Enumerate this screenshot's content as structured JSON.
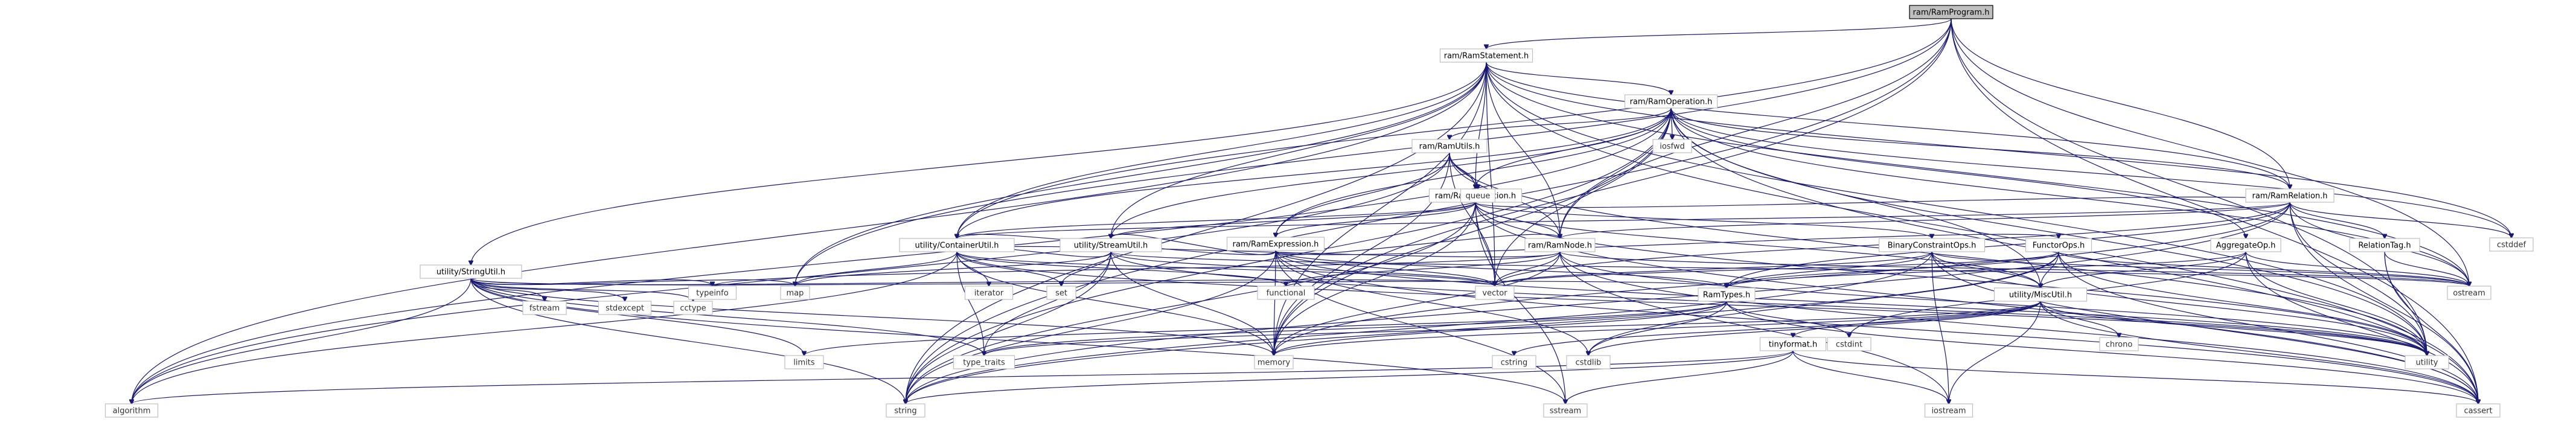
{
  "diagram": {
    "root": "ram/RamProgram.h",
    "nodes": [
      {
        "id": "prog",
        "label": "ram/RamProgram.h",
        "root": true
      },
      {
        "id": "stmt",
        "label": "ram/RamStatement.h"
      },
      {
        "id": "op",
        "label": "ram/RamOperation.h"
      },
      {
        "id": "utils",
        "label": "ram/RamUtils.h"
      },
      {
        "id": "cond",
        "label": "ram/RamCondition.h"
      },
      {
        "id": "expr",
        "label": "ram/RamExpression.h"
      },
      {
        "id": "rel",
        "label": "ram/RamRelation.h"
      },
      {
        "id": "node",
        "label": "ram/RamNode.h"
      },
      {
        "id": "cont",
        "label": "utility/ContainerUtil.h"
      },
      {
        "id": "stream",
        "label": "utility/StreamUtil.h"
      },
      {
        "id": "strutil",
        "label": "utility/StringUtil.h"
      },
      {
        "id": "bco",
        "label": "BinaryConstraintOps.h"
      },
      {
        "id": "fop",
        "label": "FunctorOps.h"
      },
      {
        "id": "agg",
        "label": "AggregateOp.h"
      },
      {
        "id": "reltag",
        "label": "RelationTag.h"
      },
      {
        "id": "types",
        "label": "RamTypes.h"
      },
      {
        "id": "misc",
        "label": "utility/MiscUtil.h"
      },
      {
        "id": "tinyf",
        "label": "tinyformat.h"
      },
      {
        "id": "iosfwd",
        "label": "iosfwd",
        "sys": true
      },
      {
        "id": "queue",
        "label": "queue",
        "sys": true
      },
      {
        "id": "cstddef",
        "label": "cstddef",
        "sys": true
      },
      {
        "id": "typeinfo",
        "label": "typeinfo",
        "sys": true
      },
      {
        "id": "map",
        "label": "map",
        "sys": true
      },
      {
        "id": "iterator",
        "label": "iterator",
        "sys": true
      },
      {
        "id": "set",
        "label": "set",
        "sys": true
      },
      {
        "id": "functional",
        "label": "functional",
        "sys": true
      },
      {
        "id": "vector",
        "label": "vector",
        "sys": true
      },
      {
        "id": "ostream",
        "label": "ostream",
        "sys": true
      },
      {
        "id": "fstream",
        "label": "fstream",
        "sys": true
      },
      {
        "id": "stdexcept",
        "label": "stdexcept",
        "sys": true
      },
      {
        "id": "cctype",
        "label": "cctype",
        "sys": true
      },
      {
        "id": "limits",
        "label": "limits",
        "sys": true
      },
      {
        "id": "type_traits",
        "label": "type_traits",
        "sys": true
      },
      {
        "id": "memory",
        "label": "memory",
        "sys": true
      },
      {
        "id": "cstdlib",
        "label": "cstdlib",
        "sys": true
      },
      {
        "id": "cstdint",
        "label": "cstdint",
        "sys": true
      },
      {
        "id": "utility",
        "label": "utility",
        "sys": true
      },
      {
        "id": "chrono",
        "label": "chrono",
        "sys": true
      },
      {
        "id": "cstring",
        "label": "cstring",
        "sys": true
      },
      {
        "id": "algorithm",
        "label": "algorithm",
        "sys": true
      },
      {
        "id": "string",
        "label": "string",
        "sys": true
      },
      {
        "id": "sstream",
        "label": "sstream",
        "sys": true
      },
      {
        "id": "iostream",
        "label": "iostream",
        "sys": true
      },
      {
        "id": "cassert",
        "label": "cassert",
        "sys": true
      }
    ],
    "edges": [
      [
        "prog",
        "stmt"
      ],
      [
        "prog",
        "rel"
      ],
      [
        "prog",
        "node"
      ],
      [
        "prog",
        "cont"
      ],
      [
        "prog",
        "map"
      ],
      [
        "prog",
        "memory"
      ],
      [
        "prog",
        "ostream"
      ],
      [
        "prog",
        "utility"
      ],
      [
        "prog",
        "string"
      ],
      [
        "prog",
        "cassert"
      ],
      [
        "stmt",
        "op"
      ],
      [
        "stmt",
        "cond"
      ],
      [
        "stmt",
        "rel"
      ],
      [
        "stmt",
        "node"
      ],
      [
        "stmt",
        "cont"
      ],
      [
        "stmt",
        "stream"
      ],
      [
        "stmt",
        "strutil"
      ],
      [
        "stmt",
        "algorithm"
      ],
      [
        "stmt",
        "cstddef"
      ],
      [
        "stmt",
        "map"
      ],
      [
        "stmt",
        "memory"
      ],
      [
        "stmt",
        "ostream"
      ],
      [
        "stmt",
        "string"
      ],
      [
        "stmt",
        "utility"
      ],
      [
        "stmt",
        "vector"
      ],
      [
        "stmt",
        "cassert"
      ],
      [
        "op",
        "utils"
      ],
      [
        "op",
        "cond"
      ],
      [
        "op",
        "expr"
      ],
      [
        "op",
        "node"
      ],
      [
        "op",
        "rel"
      ],
      [
        "op",
        "agg"
      ],
      [
        "op",
        "cont"
      ],
      [
        "op",
        "stream"
      ],
      [
        "op",
        "misc"
      ],
      [
        "op",
        "iosfwd"
      ],
      [
        "op",
        "cstddef"
      ],
      [
        "op",
        "vector"
      ],
      [
        "op",
        "memory"
      ],
      [
        "op",
        "ostream"
      ],
      [
        "op",
        "utility"
      ],
      [
        "op",
        "string"
      ],
      [
        "op",
        "algorithm"
      ],
      [
        "op",
        "cassert"
      ],
      [
        "utils",
        "cond"
      ],
      [
        "utils",
        "expr"
      ],
      [
        "utils",
        "node"
      ],
      [
        "utils",
        "queue"
      ],
      [
        "utils",
        "vector"
      ],
      [
        "utils",
        "memory"
      ],
      [
        "utils",
        "utility"
      ],
      [
        "utils",
        "algorithm"
      ],
      [
        "cond",
        "expr"
      ],
      [
        "cond",
        "node"
      ],
      [
        "cond",
        "rel"
      ],
      [
        "cond",
        "bco"
      ],
      [
        "cond",
        "cont"
      ],
      [
        "cond",
        "stream"
      ],
      [
        "cond",
        "misc"
      ],
      [
        "cond",
        "vector"
      ],
      [
        "cond",
        "memory"
      ],
      [
        "cond",
        "utility"
      ],
      [
        "cond",
        "string"
      ],
      [
        "cond",
        "cassert"
      ],
      [
        "cond",
        "sstream"
      ],
      [
        "expr",
        "node"
      ],
      [
        "expr",
        "fop"
      ],
      [
        "expr",
        "types"
      ],
      [
        "expr",
        "cont"
      ],
      [
        "expr",
        "stream"
      ],
      [
        "expr",
        "vector"
      ],
      [
        "expr",
        "memory"
      ],
      [
        "expr",
        "utility"
      ],
      [
        "expr",
        "string"
      ],
      [
        "expr",
        "cassert"
      ],
      [
        "expr",
        "cstdlib"
      ],
      [
        "expr",
        "sstream"
      ],
      [
        "rel",
        "node"
      ],
      [
        "rel",
        "reltag"
      ],
      [
        "rel",
        "types"
      ],
      [
        "rel",
        "cont"
      ],
      [
        "rel",
        "cstddef"
      ],
      [
        "rel",
        "ostream"
      ],
      [
        "rel",
        "vector"
      ],
      [
        "rel",
        "memory"
      ],
      [
        "rel",
        "utility"
      ],
      [
        "rel",
        "string"
      ],
      [
        "rel",
        "cassert"
      ],
      [
        "node",
        "cont"
      ],
      [
        "node",
        "typeinfo"
      ],
      [
        "node",
        "functional"
      ],
      [
        "node",
        "vector"
      ],
      [
        "node",
        "memory"
      ],
      [
        "node",
        "ostream"
      ],
      [
        "node",
        "utility"
      ],
      [
        "node",
        "iostream"
      ],
      [
        "node",
        "cassert"
      ],
      [
        "cont",
        "iterator"
      ],
      [
        "cont",
        "map"
      ],
      [
        "cont",
        "set"
      ],
      [
        "cont",
        "vector"
      ],
      [
        "cont",
        "memory"
      ],
      [
        "cont",
        "type_traits"
      ],
      [
        "cont",
        "utility"
      ],
      [
        "cont",
        "algorithm"
      ],
      [
        "cont",
        "functional"
      ],
      [
        "stream",
        "cont"
      ],
      [
        "stream",
        "map"
      ],
      [
        "stream",
        "set"
      ],
      [
        "stream",
        "vector"
      ],
      [
        "stream",
        "memory"
      ],
      [
        "stream",
        "ostream"
      ],
      [
        "stream",
        "utility"
      ],
      [
        "stream",
        "string"
      ],
      [
        "stream",
        "type_traits"
      ],
      [
        "strutil",
        "types"
      ],
      [
        "strutil",
        "fstream"
      ],
      [
        "strutil",
        "stdexcept"
      ],
      [
        "strutil",
        "cctype"
      ],
      [
        "strutil",
        "typeinfo"
      ],
      [
        "strutil",
        "map"
      ],
      [
        "strutil",
        "limits"
      ],
      [
        "strutil",
        "type_traits"
      ],
      [
        "strutil",
        "memory"
      ],
      [
        "strutil",
        "vector"
      ],
      [
        "strutil",
        "algorithm"
      ],
      [
        "strutil",
        "string"
      ],
      [
        "strutil",
        "sstream"
      ],
      [
        "bco",
        "types"
      ],
      [
        "bco",
        "misc"
      ],
      [
        "bco",
        "iostream"
      ],
      [
        "bco",
        "ostream"
      ],
      [
        "bco",
        "vector"
      ],
      [
        "bco",
        "string"
      ],
      [
        "bco",
        "cassert"
      ],
      [
        "bco",
        "utility"
      ],
      [
        "fop",
        "types"
      ],
      [
        "fop",
        "misc"
      ],
      [
        "fop",
        "cstdlib"
      ],
      [
        "fop",
        "ostream"
      ],
      [
        "fop",
        "vector"
      ],
      [
        "fop",
        "utility"
      ],
      [
        "fop",
        "string"
      ],
      [
        "fop",
        "cassert"
      ],
      [
        "agg",
        "types"
      ],
      [
        "agg",
        "misc"
      ],
      [
        "agg",
        "ostream"
      ],
      [
        "agg",
        "utility"
      ],
      [
        "agg",
        "cstdint"
      ],
      [
        "agg",
        "cassert"
      ],
      [
        "reltag",
        "ostream"
      ],
      [
        "reltag",
        "utility"
      ],
      [
        "reltag",
        "cassert"
      ],
      [
        "types",
        "limits"
      ],
      [
        "types",
        "type_traits"
      ],
      [
        "types",
        "cstdint"
      ],
      [
        "types",
        "cstdlib"
      ],
      [
        "types",
        "memory"
      ],
      [
        "types",
        "cassert"
      ],
      [
        "misc",
        "tinyf"
      ],
      [
        "misc",
        "chrono"
      ],
      [
        "misc",
        "cstdlib"
      ],
      [
        "misc",
        "iostream"
      ],
      [
        "misc",
        "utility"
      ],
      [
        "misc",
        "memory"
      ],
      [
        "misc",
        "type_traits"
      ],
      [
        "misc",
        "cstring"
      ],
      [
        "misc",
        "cassert"
      ],
      [
        "tinyf",
        "algorithm"
      ],
      [
        "tinyf",
        "string"
      ],
      [
        "tinyf",
        "sstream"
      ],
      [
        "tinyf",
        "iostream"
      ],
      [
        "tinyf",
        "cassert"
      ]
    ]
  }
}
